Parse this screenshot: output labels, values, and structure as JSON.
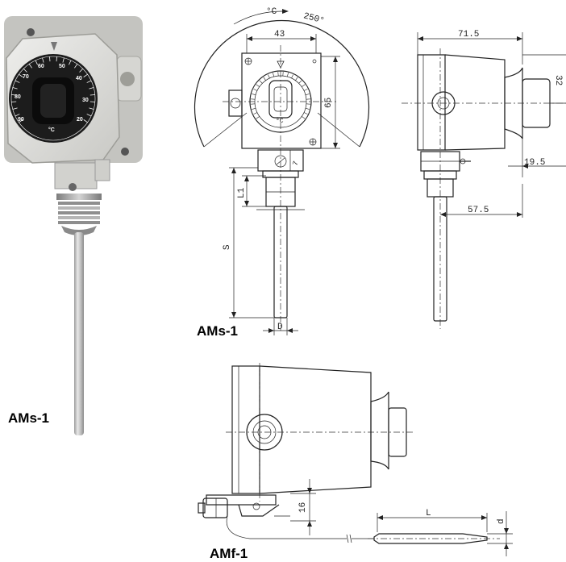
{
  "photo": {
    "dial_scale": [
      "90",
      "80",
      "70",
      "60",
      "50",
      "40",
      "30",
      "20"
    ],
    "dial_unit": "°C",
    "caption": "AMs-1"
  },
  "front_view": {
    "width_dim": "43",
    "height_dim": "65",
    "rotation_unit": "°C",
    "rotation_dim": "250°",
    "dial_unit": "°C",
    "gland_dim": "L1",
    "length_dim": "S",
    "diameter_dim": "D",
    "caption": "AMs-1"
  },
  "side_view": {
    "depth_dim": "71.5",
    "knob_dim": "32",
    "offset_dim": "19.5",
    "probe_dim": "57.5"
  },
  "capillary_view": {
    "clamp_dim": "16",
    "bulb_length_dim": "L",
    "bulb_diameter_dim": "d",
    "caption": "AMf-1"
  }
}
